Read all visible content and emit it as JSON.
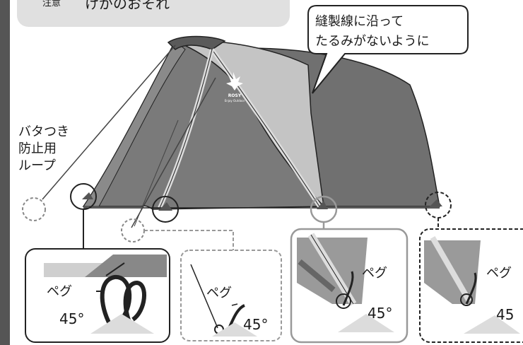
{
  "caution": {
    "label": "注意",
    "text": "けがのおそれ"
  },
  "callout": {
    "line1": "縫製線に沿って",
    "line2": "たるみがないように"
  },
  "loop_label": {
    "line1": "バタつき",
    "line2": "防止用",
    "line3": "ループ"
  },
  "tent_logo": {
    "brand": "ROSY",
    "tagline": "Enjoy Outdoor"
  },
  "insets": [
    {
      "peg_label": "ペグ",
      "angle": "45°"
    },
    {
      "peg_label": "ペグ",
      "angle": "45°"
    },
    {
      "peg_label": "ペグ",
      "angle": "45°"
    },
    {
      "peg_label": "ペグ",
      "angle": "45"
    }
  ],
  "colors": {
    "left_bar": "#555555",
    "caution_bg": "#e0e0e0",
    "tent_dark": "#707070",
    "tent_mid": "#8a8a8a",
    "tent_light": "#c4c4c4",
    "frame_gray": "#9a9a9a"
  }
}
